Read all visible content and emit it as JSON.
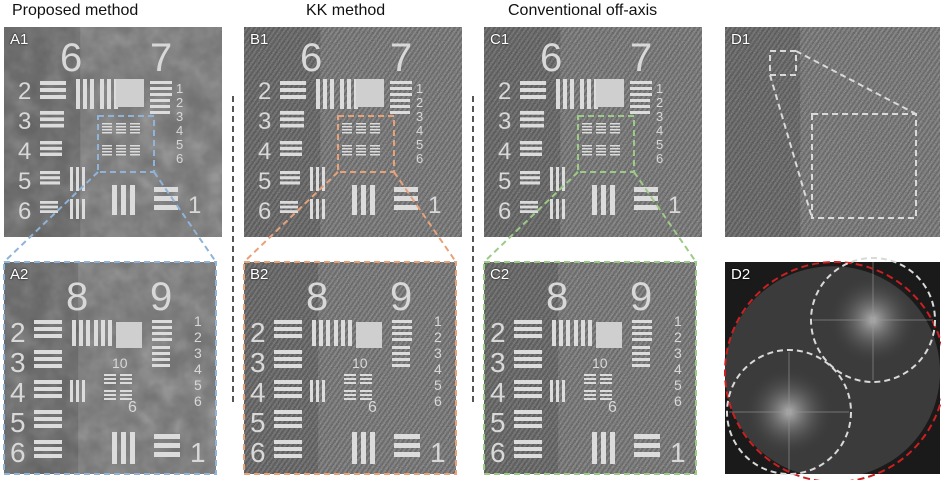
{
  "titles": {
    "proposed": "Proposed method",
    "kk": "KK method",
    "conventional": "Conventional off-axis"
  },
  "panels": {
    "A1": "A1",
    "B1": "B1",
    "C1": "C1",
    "D1": "D1",
    "A2": "A2",
    "B2": "B2",
    "C2": "C2",
    "D2": "D2"
  },
  "target_digits": {
    "top_left": "6",
    "top_right": "7",
    "zoom_left": "8",
    "zoom_right": "9",
    "left_column": [
      "2",
      "3",
      "4",
      "5",
      "6"
    ],
    "right_column": [
      "1",
      "2",
      "3",
      "4",
      "5",
      "6"
    ],
    "bottom_right": "1"
  },
  "colors": {
    "proposed": "#8fb3d9",
    "kk": "#e8a27a",
    "conventional": "#9ccb86",
    "neutral": "#d9d9d9",
    "pupil": "#cc1f1f"
  }
}
